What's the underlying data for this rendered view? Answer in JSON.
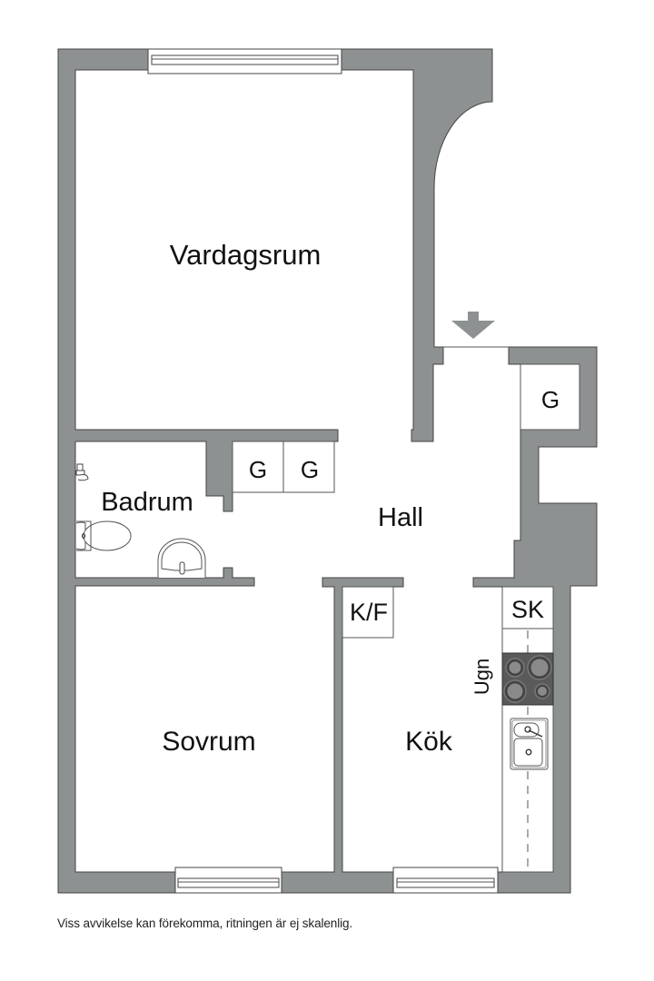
{
  "floorplan": {
    "rooms": {
      "living_room": "Vardagsrum",
      "bathroom": "Badrum",
      "hall": "Hall",
      "bedroom": "Sovrum",
      "kitchen": "Kök"
    },
    "fixtures": {
      "closet_1": "G",
      "closet_2": "G",
      "closet_3": "G",
      "fridge_freezer": "K/F",
      "cabinet": "SK",
      "oven": "Ugn"
    },
    "icons": {
      "entrance": "arrow-down-icon",
      "stove": "stove-icon",
      "kitchen_sink": "kitchen-sink-icon",
      "toilet": "toilet-icon",
      "wash_basin": "wash-basin-icon",
      "shower_mixer": "shower-mixer-icon",
      "windows": "window-icon"
    }
  },
  "footer": {
    "disclaimer": "Viss avvikelse kan förekomma, ritningen är ej skalenlig."
  },
  "colors": {
    "wall": "#8e9191",
    "stove": "#5a5a5a",
    "outline": "#444444",
    "background": "#ffffff"
  }
}
